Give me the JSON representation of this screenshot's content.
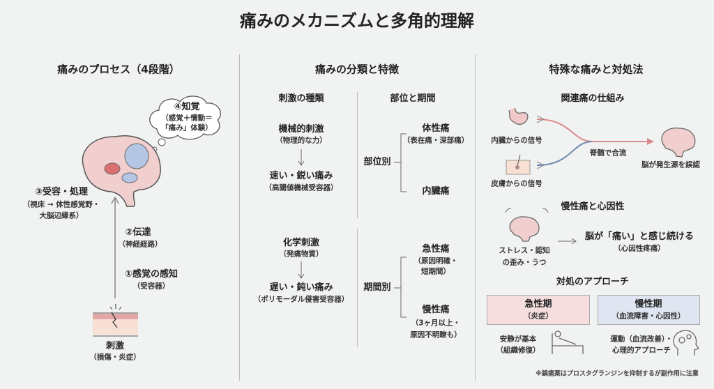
{
  "title": "痛みのメカニズムと多角的理解",
  "columns": {
    "process": "痛みのプロセス（4段階）",
    "classification": "痛みの分類と特徴",
    "special": "特殊な痛みと対処法"
  },
  "process": {
    "step4": {
      "label": "④知覚",
      "sub1": "（感覚＋情動＝",
      "sub2": "「痛み」体験）"
    },
    "step3": {
      "label": "③受容・処理",
      "sub1": "（視床 → 体性感覚野・",
      "sub2": "大脳辺縁系）"
    },
    "step2": {
      "label": "②伝達",
      "sub": "（神経経路）"
    },
    "step1": {
      "label": "①感覚の感知",
      "sub": "（受容器）"
    },
    "stimulus": {
      "label": "刺激",
      "sub": "（損傷・炎症）"
    }
  },
  "classification": {
    "stim_header": "刺激の種類",
    "site_header": "部位と期間",
    "mechanical": {
      "label": "機械的刺激",
      "sub": "（物理的な力）",
      "result": "速い・鋭い痛み",
      "result_sub": "（高閾値機械受容器）"
    },
    "chemical": {
      "label": "化学刺激",
      "sub": "（発痛物質）",
      "result": "遅い・鈍い痛み",
      "result_sub": "（ポリモーダル侵害受容器）"
    },
    "by_site": {
      "label": "部位別",
      "somatic": "体性痛",
      "somatic_sub": "（表在痛・深部痛）",
      "visceral": "内臓痛"
    },
    "by_duration": {
      "label": "期間別",
      "acute": "急性痛",
      "acute_sub1": "（原因明確・",
      "acute_sub2": "短期間）",
      "chronic": "慢性痛",
      "chronic_sub1": "（3ヶ月以上・",
      "chronic_sub2": "原因不明瞭も）"
    }
  },
  "special": {
    "referred": {
      "title": "関連痛の仕組み",
      "visceral": "内臓からの信号",
      "skin": "皮膚からの信号",
      "merge": "脊髄で合流",
      "brain": "脳が発生源を誤認"
    },
    "chronic": {
      "title": "慢性痛と心因性",
      "cause1": "ストレス・認知",
      "cause2": "の歪み・うつ",
      "result": "脳が「痛い」と感じ続ける",
      "result_sub": "（心因性疼痛）"
    },
    "approach": {
      "title": "対処のアプローチ",
      "acute": {
        "label": "急性期",
        "sub": "（炎症）",
        "action1": "安静が基本",
        "action2": "（組織修復）",
        "color": "#f6dede"
      },
      "chronic": {
        "label": "慢性期",
        "sub": "（血流障害・心因性）",
        "action1": "運動（血流改善）・",
        "action2": "心理的アプローチ",
        "color": "#dfe5f1"
      }
    },
    "note": "※鎮痛薬はプロスタグランジンを抑制するが副作用に注意"
  }
}
